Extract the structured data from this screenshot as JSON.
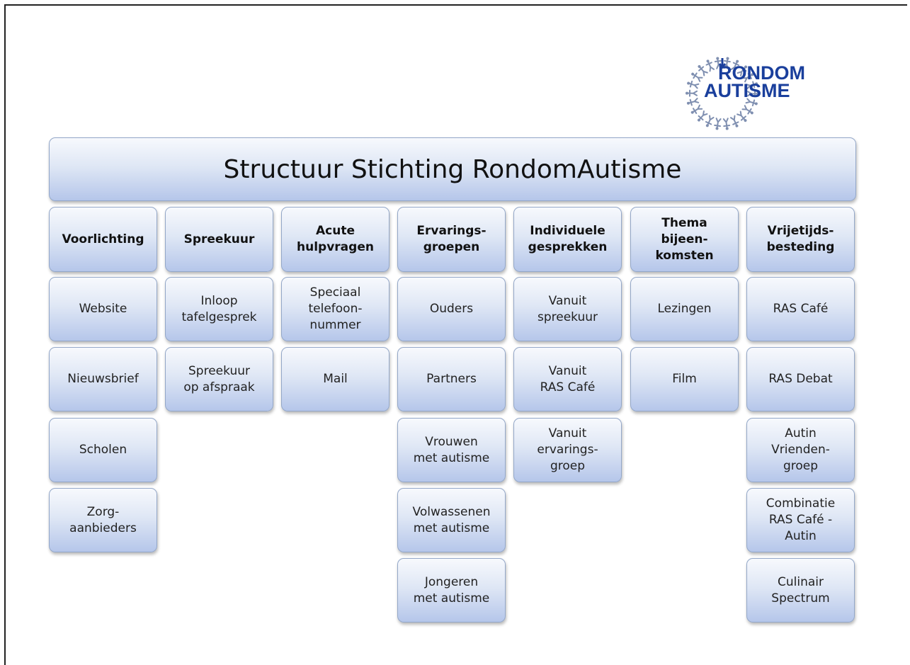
{
  "title": "Structuur Stichting RondomAutisme",
  "logo": {
    "line1": "RONDOM",
    "line2": "AUTISME"
  },
  "columns": [
    {
      "header": "Voorlichting",
      "items": [
        "Website",
        "Nieuwsbrief",
        "Scholen",
        "Zorg-\naanbieders"
      ]
    },
    {
      "header": "Spreekuur",
      "items": [
        "Inloop\ntafelgesprek",
        "Spreekuur\nop afspraak"
      ]
    },
    {
      "header": "Acute\nhulpvragen",
      "items": [
        "Speciaal\ntelefoon-\nnummer",
        "Mail"
      ]
    },
    {
      "header": "Ervarings-\ngroepen",
      "items": [
        "Ouders",
        "Partners",
        "Vrouwen\nmet autisme",
        "Volwassenen\nmet autisme",
        "Jongeren\nmet autisme"
      ]
    },
    {
      "header": "Individuele\ngesprekken",
      "items": [
        "Vanuit\nspreekuur",
        "Vanuit\nRAS Café",
        "Vanuit\nervarings-\ngroep"
      ]
    },
    {
      "header": "Thema\nbijeen-\nkomsten",
      "items": [
        "Lezingen",
        "Film"
      ]
    },
    {
      "header": "Vrijetijds-\nbesteding",
      "items": [
        "RAS Café",
        "RAS Debat",
        "Autin\nVrienden-\ngroep",
        "Combinatie\nRAS Café -\nAutin",
        "Culinair\nSpectrum"
      ]
    }
  ],
  "colors": {
    "box_top": "#f7f9fd",
    "box_bottom": "#b5c6ea",
    "border": "#93a7c8",
    "logo_text": "#1a3f9c",
    "logo_figures": "#7f8fb0"
  },
  "icons": [
    "people-circle-logo-icon"
  ]
}
